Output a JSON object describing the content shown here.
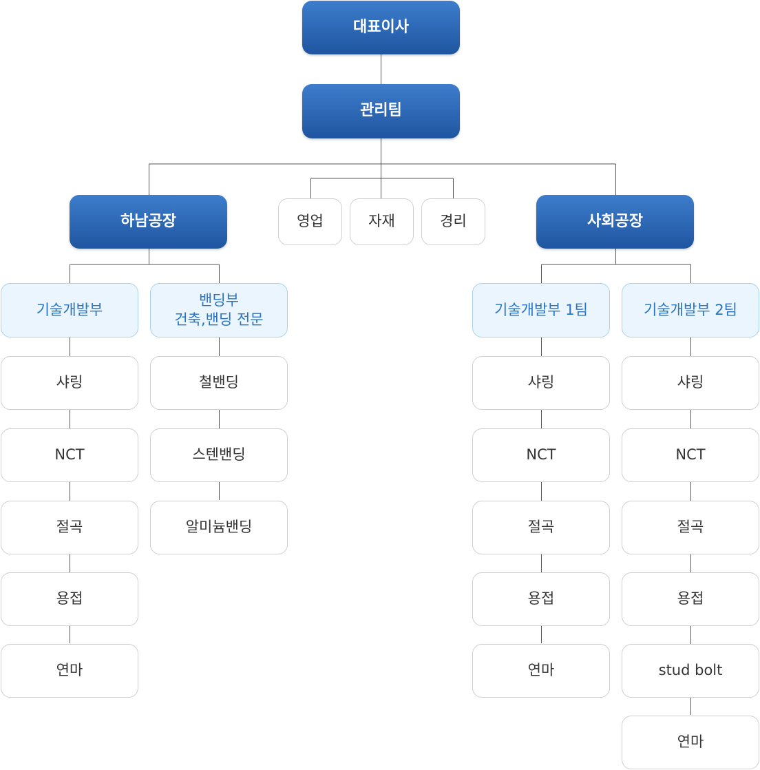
{
  "chart": {
    "ceo": "대표이사",
    "management": "관리팀",
    "support": [
      "영업",
      "자재",
      "경리"
    ],
    "hanam": {
      "name": "하남공장",
      "dept1": {
        "title": "기술개발부",
        "items": [
          "샤링",
          "NCT",
          "절곡",
          "용접",
          "연마"
        ]
      },
      "dept2": {
        "title_line1": "밴딩부",
        "title_line2": "건축,밴딩 전문",
        "items": [
          "철밴딩",
          "스텐밴딩",
          "알미늄밴딩"
        ]
      }
    },
    "sahoe": {
      "name": "사회공장",
      "team1": {
        "title": "기술개발부 1팀",
        "items": [
          "샤링",
          "NCT",
          "절곡",
          "용접",
          "연마"
        ]
      },
      "team2": {
        "title": "기술개발부 2팀",
        "items": [
          "샤링",
          "NCT",
          "절곡",
          "용접",
          "stud bolt",
          "연마"
        ]
      }
    }
  }
}
